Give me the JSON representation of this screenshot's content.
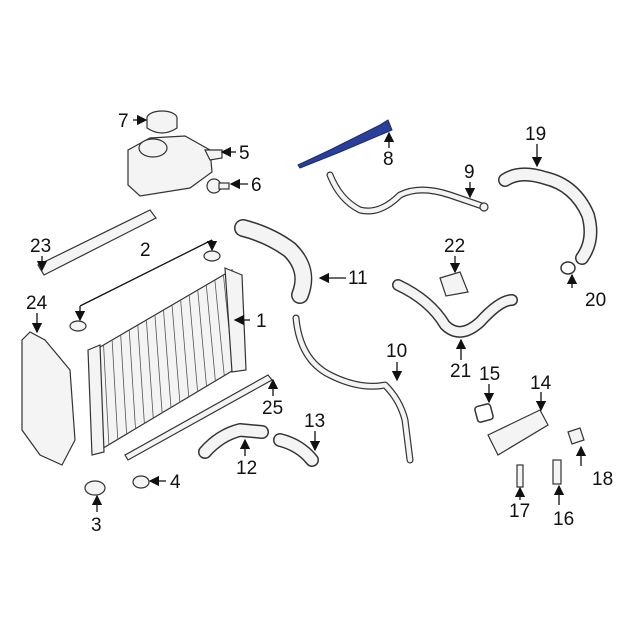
{
  "diagram": {
    "highlight_color": "#2a3f9c",
    "highlighted_part": "8",
    "callouts": [
      "1",
      "2",
      "3",
      "4",
      "5",
      "6",
      "7",
      "8",
      "9",
      "10",
      "11",
      "12",
      "13",
      "14",
      "15",
      "16",
      "17",
      "18",
      "19",
      "20",
      "21",
      "22",
      "23",
      "24",
      "25"
    ]
  }
}
